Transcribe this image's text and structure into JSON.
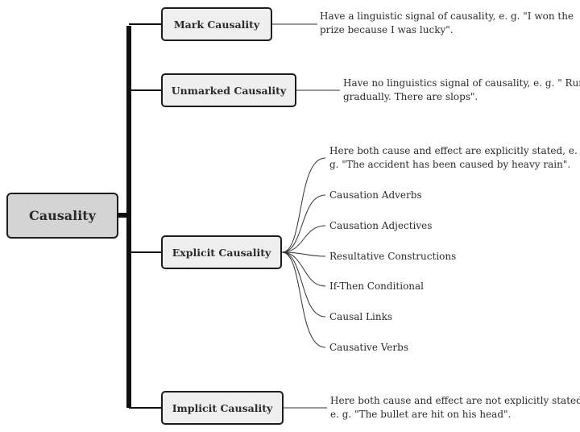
{
  "root": {
    "label": "Causality"
  },
  "branches": [
    {
      "label": "Mark Causality",
      "description": [
        "Have a linguistic signal of causality, e. g. \"I won the",
        "prize because I was lucky\"."
      ]
    },
    {
      "label": "Unmarked Causality",
      "description": [
        "Have no linguistics signal of causality, e. g. \" Run",
        "gradually. There are slops\"."
      ]
    },
    {
      "label": "Explicit Causality",
      "description": [
        "Here both cause and effect are explicitly stated, e.",
        "g. \"The accident has been caused by heavy rain\"."
      ],
      "children": [
        "Causation Adverbs",
        "Causation Adjectives",
        "Resultative Constructions",
        "If-Then Conditional",
        "Causal Links",
        "Causative Verbs"
      ]
    },
    {
      "label": "Implicit Causality",
      "description": [
        "Here both cause and effect are not explicitly stated,",
        "e. g. \"The bullet are hit on his head\"."
      ]
    }
  ],
  "colors": {
    "line": "#111111",
    "box_fill": "#efefef",
    "root_fill": "#d4d4d4",
    "border": "#1c1c1c"
  }
}
